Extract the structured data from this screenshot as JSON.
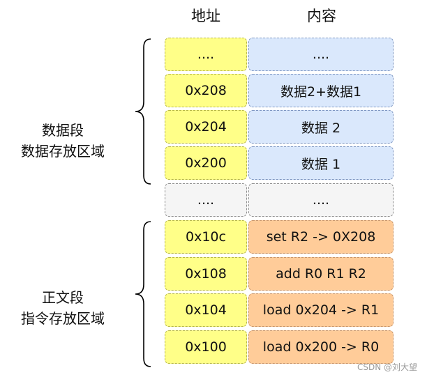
{
  "headers": {
    "address": "地址",
    "content": "内容"
  },
  "data_segment": {
    "label_line1": "数据段",
    "label_line2": "数据存放区域",
    "rows": [
      {
        "address": "....",
        "content": "...."
      },
      {
        "address": "0x208",
        "content": "数据2+数据1"
      },
      {
        "address": "0x204",
        "content": "数据 2"
      },
      {
        "address": "0x200",
        "content": "数据 1"
      }
    ]
  },
  "gap_row": {
    "address": "....",
    "content": "...."
  },
  "text_segment": {
    "label_line1": "正文段",
    "label_line2": "指令存放区域",
    "rows": [
      {
        "address": "0x10c",
        "content": "set R2 -> 0X208"
      },
      {
        "address": "0x108",
        "content": "add R0 R1 R2"
      },
      {
        "address": "0x104",
        "content": "load 0x204 -> R1"
      },
      {
        "address": "0x100",
        "content": "load 0x200 -> R0"
      }
    ]
  },
  "colors": {
    "address_fill": "#ffff88",
    "data_fill": "#dae8fc",
    "gap_fill": "#f5f5f5",
    "text_fill": "#ffcc99"
  },
  "watermark": "CSDN @刘大望"
}
